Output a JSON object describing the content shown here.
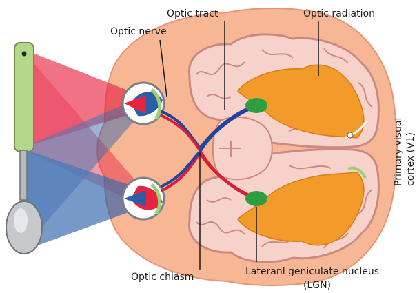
{
  "diagram": {
    "labels": {
      "optic_tract": "Optic tract",
      "optic_radiation": "Optic radiation",
      "optic_nerve": "Optic nerve",
      "primary_visual_cortex_line1": "Primary visual",
      "primary_visual_cortex_line2": "cortex (V1)",
      "optic_chiasm": "Optic chiasm",
      "lgn_line1": "Lateranl geniculate nucleus",
      "lgn_line2": "(LGN)"
    },
    "colors": {
      "head": "#f7b795",
      "head_outline": "#e79472",
      "brain": "#f7d2cb",
      "brain_outline": "#c98a82",
      "radiation": "#f29a2a",
      "lgn": "#2e9e3e",
      "left_field": "#e8233f",
      "right_field": "#2a5fa8",
      "nerve_red": "#d81f3a",
      "nerve_blue": "#24439a",
      "spoon_handle": "#b4d88a",
      "spoon_metal": "#b8babd"
    }
  }
}
